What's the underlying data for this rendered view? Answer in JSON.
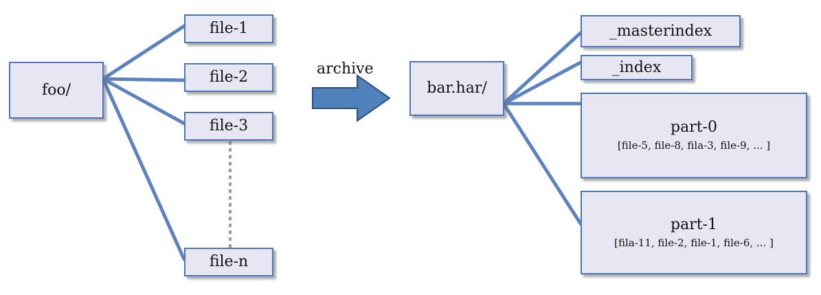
{
  "source": {
    "label": "foo/",
    "files": [
      "file-1",
      "file-2",
      "file-3",
      "file-n"
    ]
  },
  "action": {
    "label": "archive"
  },
  "archive": {
    "label": "bar.har/",
    "entries": [
      {
        "label": "_masterindex",
        "contents": ""
      },
      {
        "label": "_index",
        "contents": ""
      },
      {
        "label": "part-0",
        "contents": "[file-5, file-8, fila-3, file-9, ... ]"
      },
      {
        "label": "part-1",
        "contents": "[fila-11, file-2, file-1, file-6, ... ]"
      }
    ]
  },
  "colors": {
    "box_fill": "#e9e6f3",
    "box_border": "#4a76b8",
    "connector": "#5d82c0",
    "arrow": "#4f81bd",
    "dotted": "#9a9a9a"
  }
}
